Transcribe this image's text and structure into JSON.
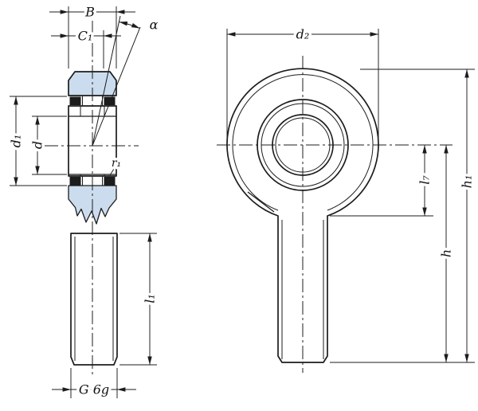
{
  "colors": {
    "background": "#ffffff",
    "line": "#1c1c1c",
    "housing_fill": "#cbdcee",
    "label": "#111111"
  },
  "side_view": {
    "labels": {
      "width": "B",
      "housing_width": "C₁",
      "misalignment_angle": "α",
      "ball_diameter": "d₁",
      "bore_diameter": "d",
      "fillet_radius": "r₁",
      "thread_length": "l₁",
      "thread_designation": "G 6g"
    }
  },
  "front_view": {
    "labels": {
      "head_diameter": "d₂",
      "center_to_head_bottom": "l₇",
      "center_to_thread_end": "h",
      "overall_length": "h₁"
    }
  }
}
